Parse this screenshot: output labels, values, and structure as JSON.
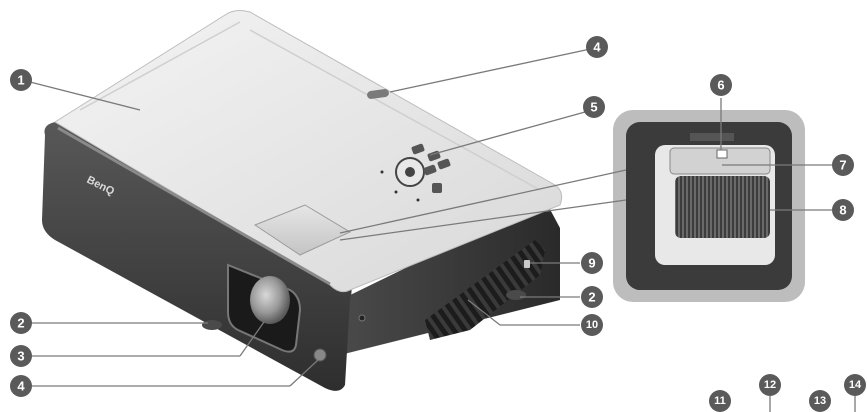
{
  "figure": {
    "brand_text": "BenQ",
    "callouts": [
      {
        "id": "c1",
        "label": "1"
      },
      {
        "id": "c2a",
        "label": "2"
      },
      {
        "id": "c3",
        "label": "3"
      },
      {
        "id": "c4a",
        "label": "4"
      },
      {
        "id": "c4b",
        "label": "4"
      },
      {
        "id": "c5",
        "label": "5"
      },
      {
        "id": "c6",
        "label": "6"
      },
      {
        "id": "c7",
        "label": "7"
      },
      {
        "id": "c8",
        "label": "8"
      },
      {
        "id": "c9",
        "label": "9"
      },
      {
        "id": "c2b",
        "label": "2"
      },
      {
        "id": "c10",
        "label": "10"
      },
      {
        "id": "c11",
        "label": "11"
      },
      {
        "id": "c12",
        "label": "12"
      },
      {
        "id": "c13",
        "label": "13"
      },
      {
        "id": "c14",
        "label": "14"
      }
    ]
  }
}
